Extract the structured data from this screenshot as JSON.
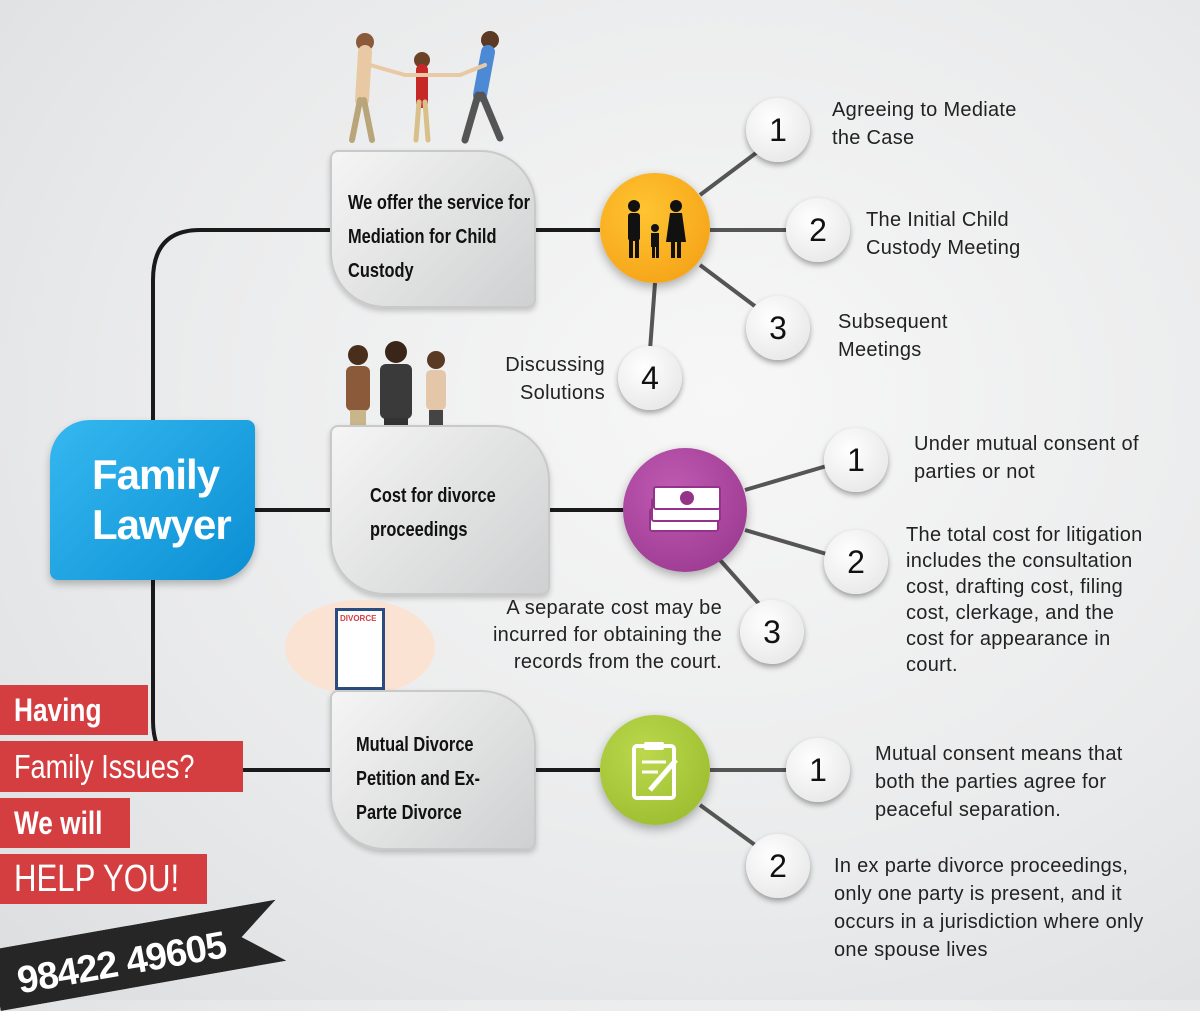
{
  "hub": {
    "line1": "Family",
    "line2": "Lawyer"
  },
  "branches": [
    {
      "card": "We offer the service for Mediation for Child Custody",
      "icon": "family-icon",
      "color": "#f7a81b",
      "steps": [
        {
          "n": "1",
          "text": "Agreeing to Mediate the Case"
        },
        {
          "n": "2",
          "text": "The Initial Child Custody Meeting"
        },
        {
          "n": "3",
          "text": "Subsequent Meetings"
        },
        {
          "n": "4",
          "text": "Discussing Solutions"
        }
      ]
    },
    {
      "card": "Cost for divorce proceedings",
      "icon": "money-icon",
      "color": "#a8489a",
      "steps": [
        {
          "n": "1",
          "text": "Under mutual consent of parties or not"
        },
        {
          "n": "2",
          "text": "The total cost for litigation includes the consultation cost, drafting cost, filing cost, clerkage, and the cost for appearance in court."
        },
        {
          "n": "3",
          "text": "A separate cost may be incurred for obtaining the records from the court."
        }
      ]
    },
    {
      "card": "Mutual Divorce Petition and Ex-Parte Divorce",
      "icon": "clipboard-icon",
      "color": "#a8c83a",
      "doc_label": "DIVORCE",
      "steps": [
        {
          "n": "1",
          "text": "Mutual consent means that both the parties agree for peaceful separation."
        },
        {
          "n": "2",
          "text": "In ex parte divorce proceedings, only one party is present, and it occurs in a jurisdiction where only one spouse lives"
        }
      ]
    }
  ],
  "cta": {
    "l1": "Having",
    "l2": "Family Issues?",
    "l3": "We will",
    "l4": "HELP YOU!",
    "phone": "98422 49605"
  },
  "colors": {
    "hub": "#1aa3e0",
    "red": "#d53e41"
  }
}
